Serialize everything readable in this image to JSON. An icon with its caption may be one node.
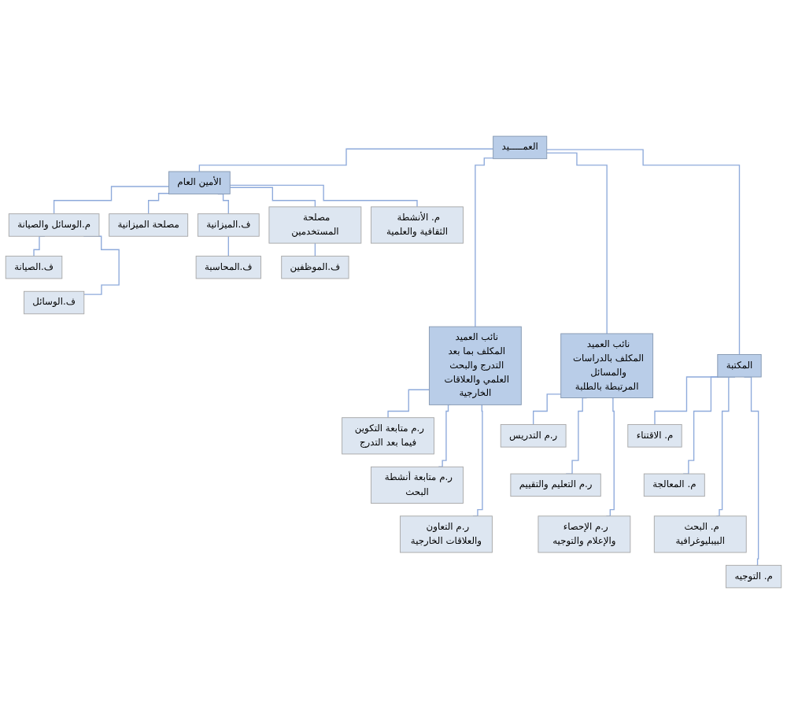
{
  "diagram": {
    "nodes": [
      {
        "text": [
          "العمـــــيد"
        ]
      },
      {
        "text": [
          "الأمين العام"
        ]
      },
      {
        "text": [
          "م.الوسائل والصيانة"
        ]
      },
      {
        "text": [
          "ف.الصيانة"
        ]
      },
      {
        "text": [
          "ف.الوسائل"
        ]
      },
      {
        "text": [
          "مصلحة الميزانية"
        ]
      },
      {
        "text": [
          "ف.الميزانية"
        ]
      },
      {
        "text": [
          "ف.المحاسبة"
        ]
      },
      {
        "text": [
          "مصلحة المستخدمين"
        ]
      },
      {
        "text": [
          "ف.الموظفين"
        ]
      },
      {
        "text": [
          "م. الأنشطة الثقافية والعلمية"
        ]
      },
      {
        "text": [
          "نائب العميد المكلف بما بعد التدرج والبحث العلمي والعلاقات الخارجية"
        ]
      },
      {
        "text": [
          "ر.م متابعة التكوين فيما بعد التدرج"
        ]
      },
      {
        "text": [
          "ر.م متابعة أنشطة البحث"
        ]
      },
      {
        "text": [
          "ر.م التعاون والعلاقات الخارجية"
        ]
      },
      {
        "text": [
          "نائب العميد المكلف بالدراسات والمسائل المرتبطة بالطلبة"
        ]
      },
      {
        "text": [
          "ر.م التدريس"
        ]
      },
      {
        "text": [
          "ر.م التعليم والتقييم"
        ]
      },
      {
        "text": [
          "ر.م الإحصاء والإعلام والتوجيه"
        ]
      },
      {
        "text": [
          "المكتبة"
        ]
      },
      {
        "text": [
          "م. الاقتناء"
        ]
      },
      {
        "text": [
          "م. المعالجة"
        ]
      },
      {
        "text": [
          "م. البحث البيبليوغرافية"
        ]
      },
      {
        "text": [
          "م. التوجيه"
        ]
      }
    ],
    "edges": [
      {
        "from": 0,
        "to": 1,
        "arrow": "none"
      },
      {
        "from": 1,
        "to": 2,
        "arrow": "none"
      },
      {
        "from": 2,
        "to": 3,
        "arrow": "none"
      },
      {
        "from": 2,
        "to": 4,
        "arrow": "none"
      },
      {
        "from": 1,
        "to": 5,
        "arrow": "none"
      },
      {
        "from": 1,
        "to": 6,
        "arrow": "none"
      },
      {
        "from": 6,
        "to": 7,
        "arrow": "none"
      },
      {
        "from": 1,
        "to": 8,
        "arrow": "none"
      },
      {
        "from": 8,
        "to": 9,
        "arrow": "none"
      },
      {
        "from": 1,
        "to": 10,
        "arrow": "none"
      },
      {
        "from": 0,
        "to": 11,
        "arrow": "none"
      },
      {
        "from": 11,
        "to": 12,
        "arrow": "none"
      },
      {
        "from": 11,
        "to": 13,
        "arrow": "none"
      },
      {
        "from": 11,
        "to": 14,
        "arrow": "none"
      },
      {
        "from": 0,
        "to": 15,
        "arrow": "none"
      },
      {
        "from": 15,
        "to": 16,
        "arrow": "none"
      },
      {
        "from": 15,
        "to": 17,
        "arrow": "none"
      },
      {
        "from": 15,
        "to": 18,
        "arrow": "none"
      },
      {
        "from": 0,
        "to": 19,
        "arrow": "none"
      },
      {
        "from": 19,
        "to": 20,
        "arrow": "none"
      },
      {
        "from": 19,
        "to": 21,
        "arrow": "none"
      },
      {
        "from": 19,
        "to": 22,
        "arrow": "none"
      },
      {
        "from": 19,
        "to": 23,
        "arrow": "none"
      }
    ]
  }
}
